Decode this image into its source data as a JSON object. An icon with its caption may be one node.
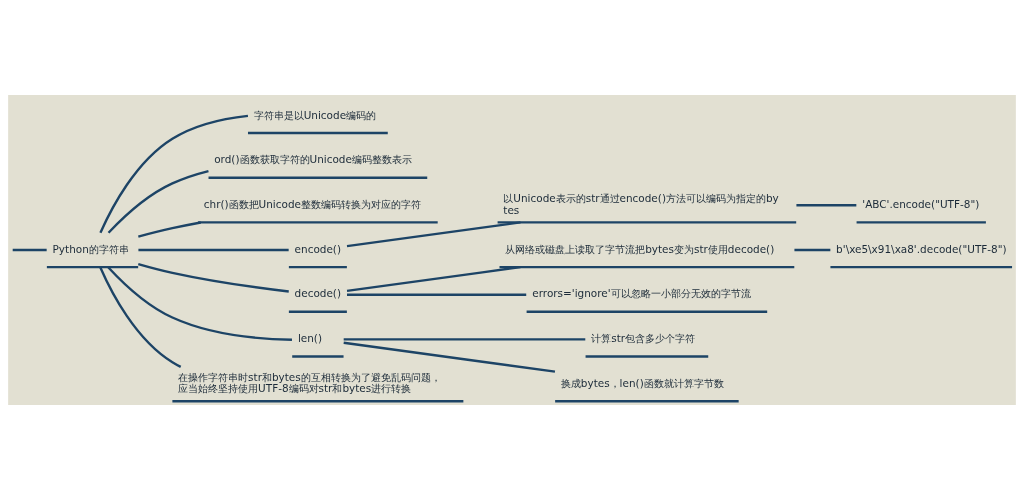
{
  "diagram": {
    "nodes": [
      {
        "text": [
          "Python的字符串"
        ]
      },
      {
        "text": [
          "字符串是以Unicode编码的"
        ]
      },
      {
        "text": [
          "ord()函数获取字符的Unicode编码整数表示"
        ]
      },
      {
        "text": [
          "chr()函数把Unicode整数编码转换为对应的字符"
        ]
      },
      {
        "text": [
          "encode()"
        ]
      },
      {
        "text": [
          "以Unicode表示的str通过encode()方法可以编码为指定的bytes"
        ]
      },
      {
        "text": [
          "'ABC'.encode(\"UTF-8\")"
        ]
      },
      {
        "text": [
          "decode()"
        ]
      },
      {
        "text": [
          "从网络或磁盘上读取了字节流把bytes变为str使用decode()"
        ]
      },
      {
        "text": [
          "b'\\xe5\\x91\\xa8'.decode(\"UTF-8\")"
        ]
      },
      {
        "text": [
          "errors='ignore'可以忽略一小部分无效的字节流"
        ]
      },
      {
        "text": [
          "len()"
        ]
      },
      {
        "text": [
          "计算str包含多少个字符"
        ]
      },
      {
        "text": [
          "换成bytes，len()函数就计算字节数"
        ]
      },
      {
        "text": [
          "在操作字符串时str和bytes的互相转换为了避免乱码问题，应当始终坚持使用UTF-8编码对str和bytes进行转换"
        ]
      }
    ],
    "edges": [
      {
        "from": null,
        "to": 0,
        "arrow": "none"
      },
      {
        "from": 0,
        "to": 1,
        "arrow": "none"
      },
      {
        "from": 0,
        "to": 2,
        "arrow": "none"
      },
      {
        "from": 0,
        "to": 3,
        "arrow": "none"
      },
      {
        "from": 0,
        "to": 4,
        "arrow": "none"
      },
      {
        "from": 4,
        "to": 5,
        "arrow": "none"
      },
      {
        "from": 5,
        "to": 6,
        "arrow": "none"
      },
      {
        "from": 0,
        "to": 7,
        "arrow": "none"
      },
      {
        "from": 7,
        "to": 8,
        "arrow": "none"
      },
      {
        "from": 8,
        "to": 9,
        "arrow": "none"
      },
      {
        "from": 7,
        "to": 10,
        "arrow": "none"
      },
      {
        "from": 0,
        "to": 11,
        "arrow": "none"
      },
      {
        "from": 11,
        "to": 12,
        "arrow": "none"
      },
      {
        "from": 11,
        "to": 13,
        "arrow": "none"
      },
      {
        "from": 0,
        "to": 14,
        "arrow": "none"
      }
    ]
  }
}
